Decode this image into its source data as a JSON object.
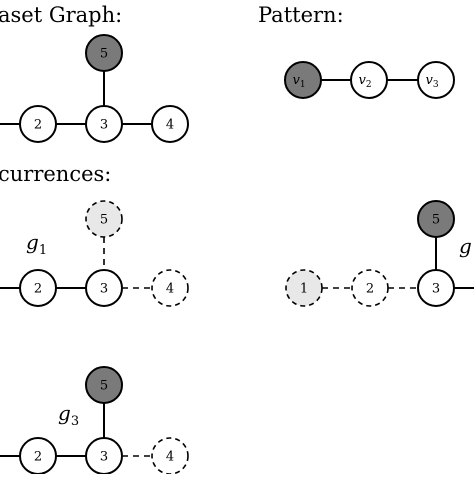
{
  "headings": {
    "dataset": "aset Graph:",
    "pattern": "Pattern:",
    "occurrences": "currences:"
  },
  "colors": {
    "dark_node": "#7a7a7a",
    "light_node": "#e8e8e8",
    "white_node": "#ffffff",
    "stroke": "#000000"
  },
  "dataset_graph": {
    "nodes": [
      {
        "id": "n2",
        "label": "2",
        "fill": "white"
      },
      {
        "id": "n3",
        "label": "3",
        "fill": "white"
      },
      {
        "id": "n4",
        "label": "4",
        "fill": "white"
      },
      {
        "id": "n5",
        "label": "5",
        "fill": "dark"
      }
    ]
  },
  "pattern": {
    "nodes": [
      {
        "id": "v1",
        "base": "v",
        "sub": "1",
        "fill": "dark"
      },
      {
        "id": "v2",
        "base": "v",
        "sub": "2",
        "fill": "white"
      },
      {
        "id": "v3",
        "base": "v",
        "sub": "3",
        "fill": "white"
      }
    ]
  },
  "occurrences": [
    {
      "id": "g1",
      "base": "g",
      "sub": "1",
      "nodes": [
        {
          "label": "2",
          "fill": "white",
          "style": "solid"
        },
        {
          "label": "3",
          "fill": "white",
          "style": "solid"
        },
        {
          "label": "4",
          "fill": "white",
          "style": "dashed"
        },
        {
          "label": "5",
          "fill": "light",
          "style": "dashed"
        }
      ]
    },
    {
      "id": "g2",
      "nodes": [
        {
          "label": "1",
          "fill": "light",
          "style": "dashed"
        },
        {
          "label": "2",
          "fill": "white",
          "style": "dashed"
        },
        {
          "label": "3",
          "fill": "white",
          "style": "solid"
        },
        {
          "label": "5",
          "fill": "dark",
          "style": "solid"
        }
      ]
    },
    {
      "id": "g3",
      "base": "g",
      "sub": "3",
      "nodes": [
        {
          "label": "2",
          "fill": "white",
          "style": "solid"
        },
        {
          "label": "3",
          "fill": "white",
          "style": "solid"
        },
        {
          "label": "4",
          "fill": "white",
          "style": "dashed"
        },
        {
          "label": "5",
          "fill": "dark",
          "style": "solid"
        }
      ]
    }
  ]
}
